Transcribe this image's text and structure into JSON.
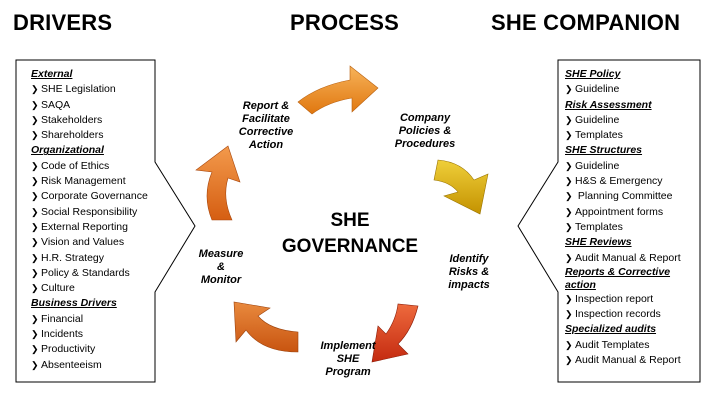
{
  "headers": {
    "drivers": "DRIVERS",
    "process": "PROCESS",
    "companion": "SHE COMPANION"
  },
  "center": {
    "line1": "SHE",
    "line2": "GOVERNANCE"
  },
  "process_steps": [
    {
      "lines": [
        "Company",
        "Policies &",
        "Procedures"
      ]
    },
    {
      "lines": [
        "Identify",
        "Risks &",
        "impacts"
      ]
    },
    {
      "lines": [
        "Implement",
        "SHE",
        "Program"
      ]
    },
    {
      "lines": [
        "Measure",
        "&",
        "Monitor"
      ]
    },
    {
      "lines": [
        "Report &",
        "Facilitate",
        "Corrective",
        "Action"
      ]
    }
  ],
  "arrow_colors": [
    "#f28a1c",
    "#d4a80a",
    "#d8341a",
    "#d3621a",
    "#e36a1c"
  ],
  "drivers": [
    {
      "title": "External",
      "items": [
        "SHE Legislation",
        "SAQA",
        "Stakeholders",
        "Shareholders"
      ]
    },
    {
      "title": "Organizational",
      "items": [
        "Code of Ethics",
        "Risk Management",
        "Corporate Governance",
        "Social Responsibility",
        "External Reporting",
        "Vision and Values",
        "H.R. Strategy",
        "Policy & Standards",
        "Culture"
      ]
    },
    {
      "title": "Business Drivers",
      "items": [
        "Financial",
        "Incidents",
        "Productivity",
        "Absenteeism"
      ]
    }
  ],
  "companion": [
    {
      "title": "SHE Policy",
      "items": [
        "Guideline"
      ]
    },
    {
      "title": "Risk Assessment",
      "items": [
        "Guideline",
        "Templates"
      ]
    },
    {
      "title": "SHE Structures",
      "items": [
        "Guideline",
        "H&S & Emergency",
        " Planning Committee",
        "Appointment forms",
        "Templates"
      ]
    },
    {
      "title": "SHE Reviews",
      "items": [
        "Audit Manual & Report"
      ]
    },
    {
      "title": "Reports & Corrective action",
      "items": [
        "Inspection report",
        "Inspection records"
      ]
    },
    {
      "title": "Specialized audits",
      "items": [
        "Audit Templates",
        "Audit Manual & Report"
      ]
    }
  ]
}
